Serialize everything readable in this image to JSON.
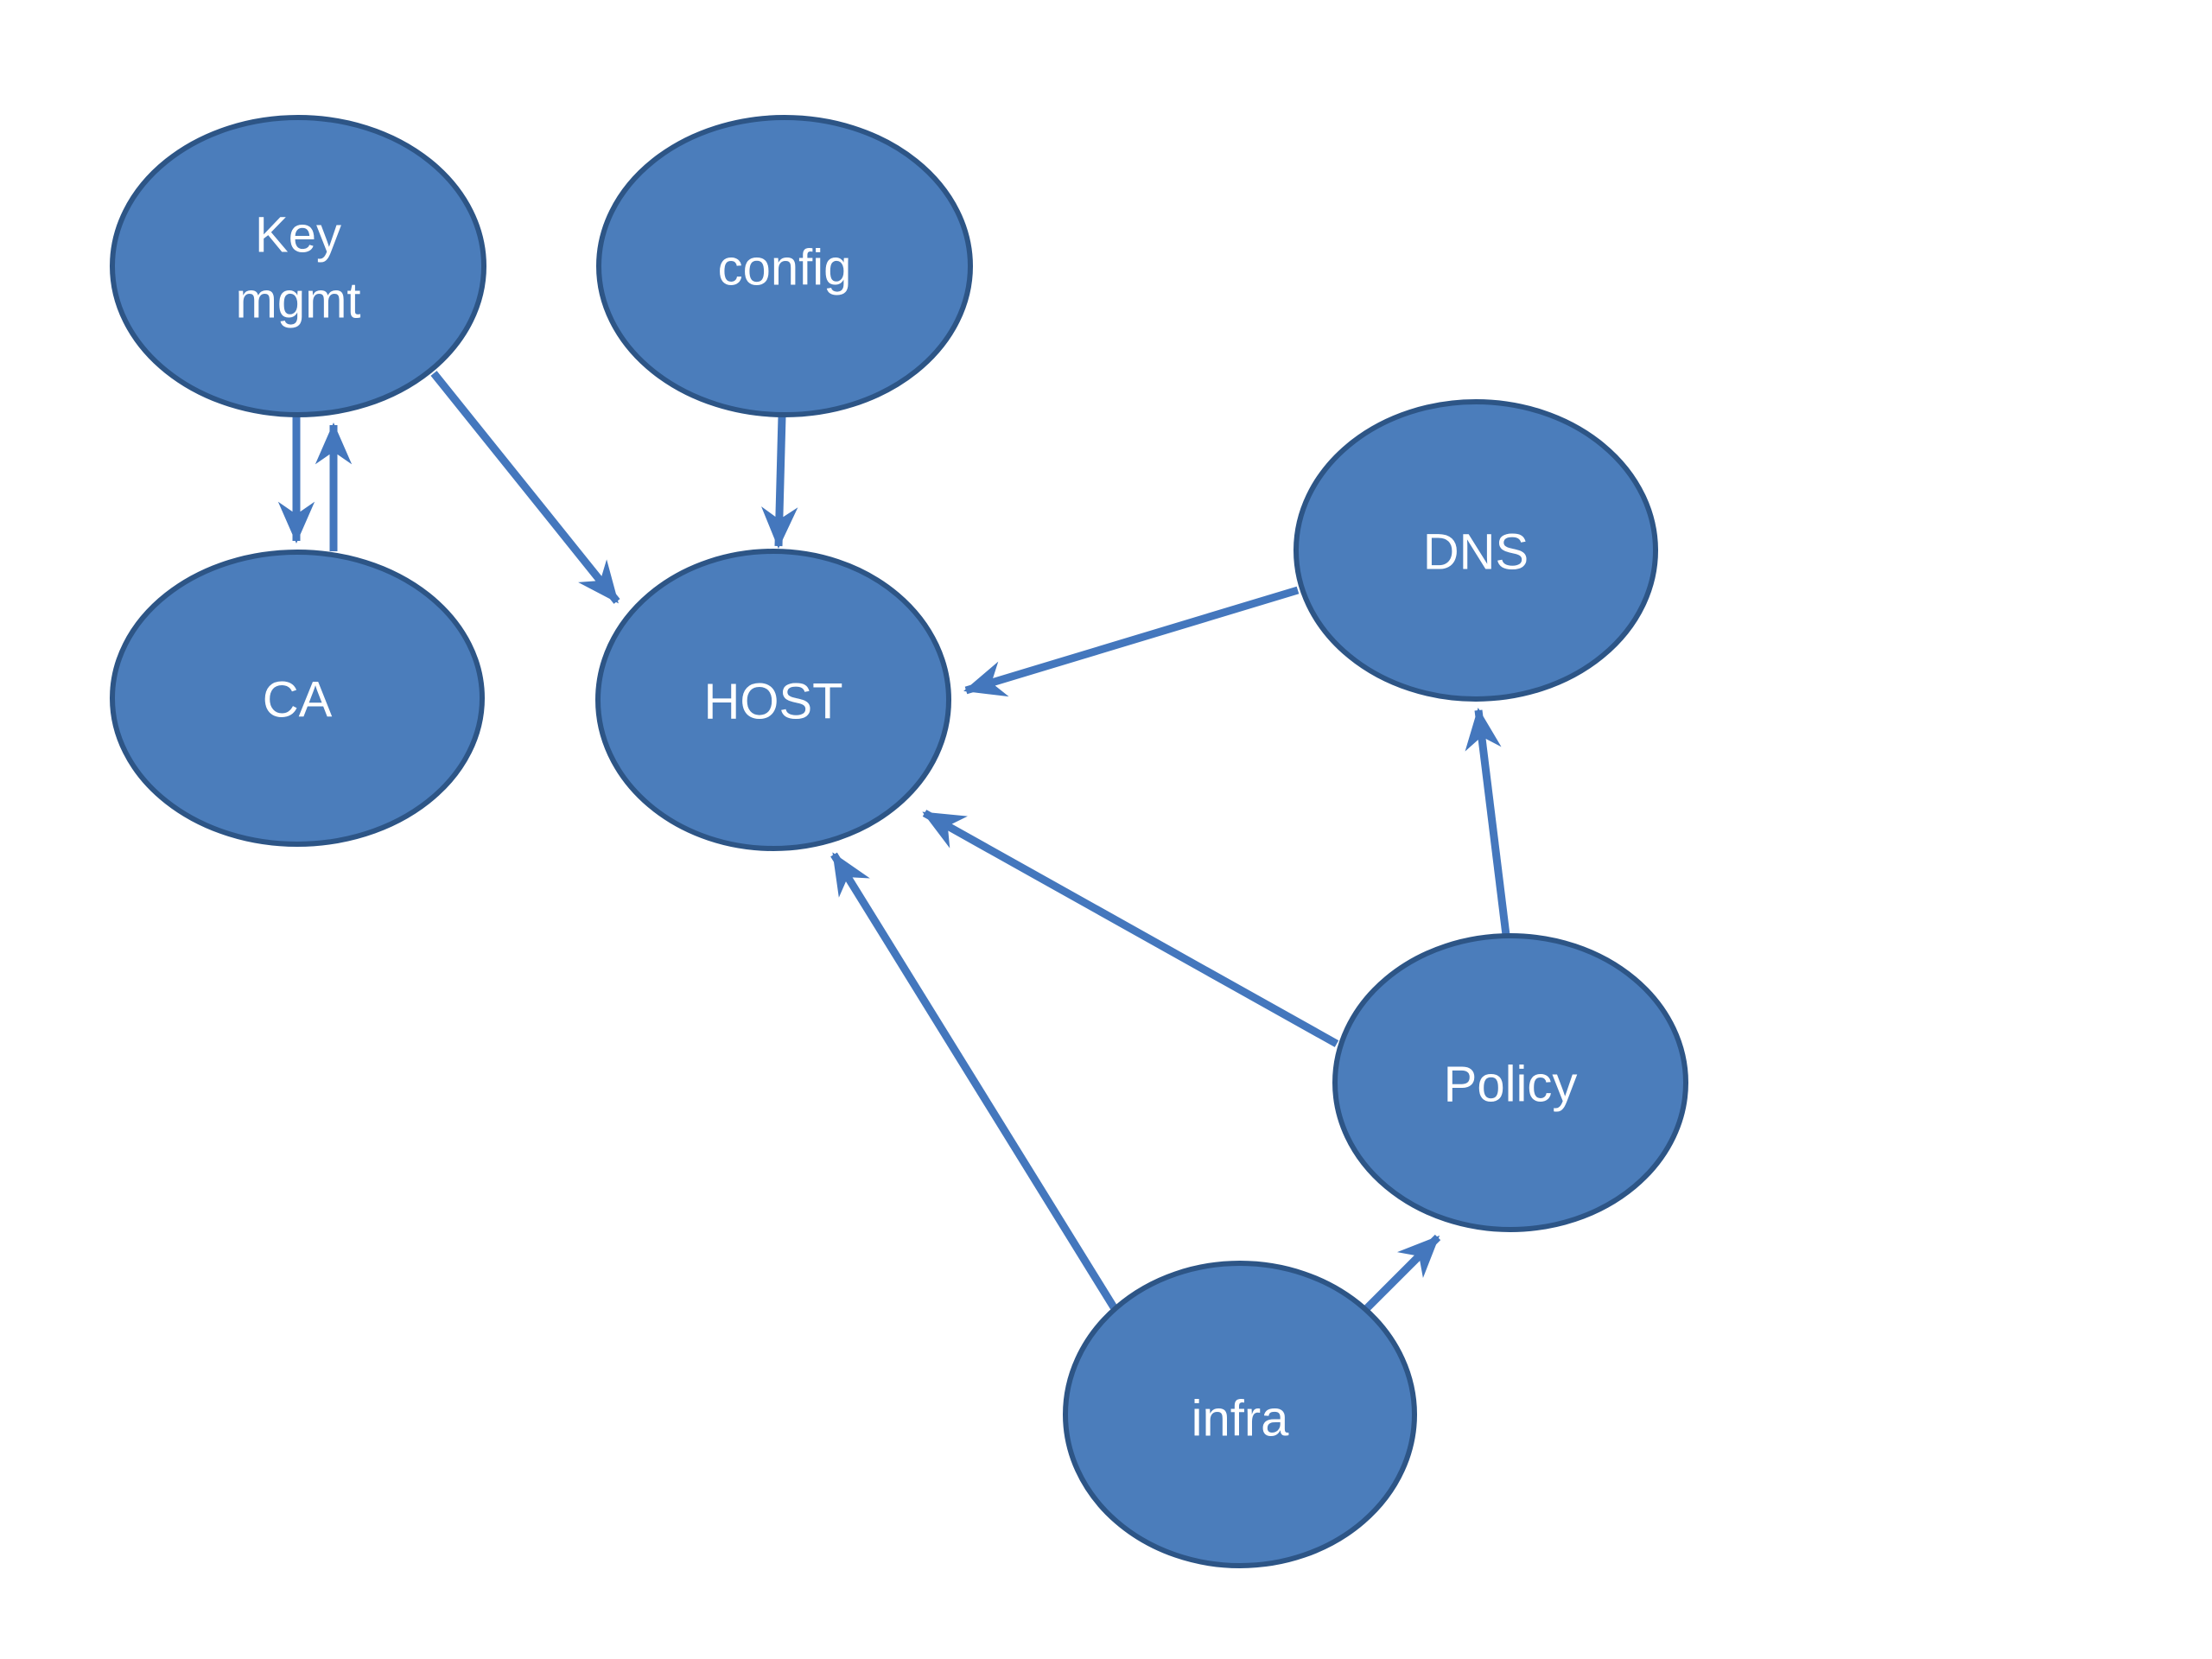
{
  "diagram": {
    "type": "node-edge-graph",
    "background_color": "#ffffff",
    "colors": {
      "node_fill": "#4b7dbb",
      "node_border": "#2d5586",
      "arrow": "#4477bd",
      "label_text": "#ffffff"
    },
    "nodes": [
      {
        "id": "keymgmt",
        "label": "Key mgmt",
        "label_lines": [
          "Key",
          "mgmt"
        ]
      },
      {
        "id": "config",
        "label": "config"
      },
      {
        "id": "dns",
        "label": "DNS"
      },
      {
        "id": "ca",
        "label": "CA"
      },
      {
        "id": "host",
        "label": "HOST"
      },
      {
        "id": "policy",
        "label": "Policy"
      },
      {
        "id": "infra",
        "label": "infra"
      }
    ],
    "edges": [
      {
        "from": "keymgmt",
        "to": "ca",
        "direction": "down"
      },
      {
        "from": "ca",
        "to": "keymgmt",
        "direction": "up"
      },
      {
        "from": "keymgmt",
        "to": "host",
        "direction": "diagonal"
      },
      {
        "from": "config",
        "to": "host",
        "direction": "down"
      },
      {
        "from": "dns",
        "to": "host",
        "direction": "left"
      },
      {
        "from": "policy",
        "to": "dns",
        "direction": "up"
      },
      {
        "from": "policy",
        "to": "host",
        "direction": "diagonal"
      },
      {
        "from": "infra",
        "to": "host",
        "direction": "diagonal"
      },
      {
        "from": "infra",
        "to": "policy",
        "direction": "diagonal"
      }
    ]
  }
}
